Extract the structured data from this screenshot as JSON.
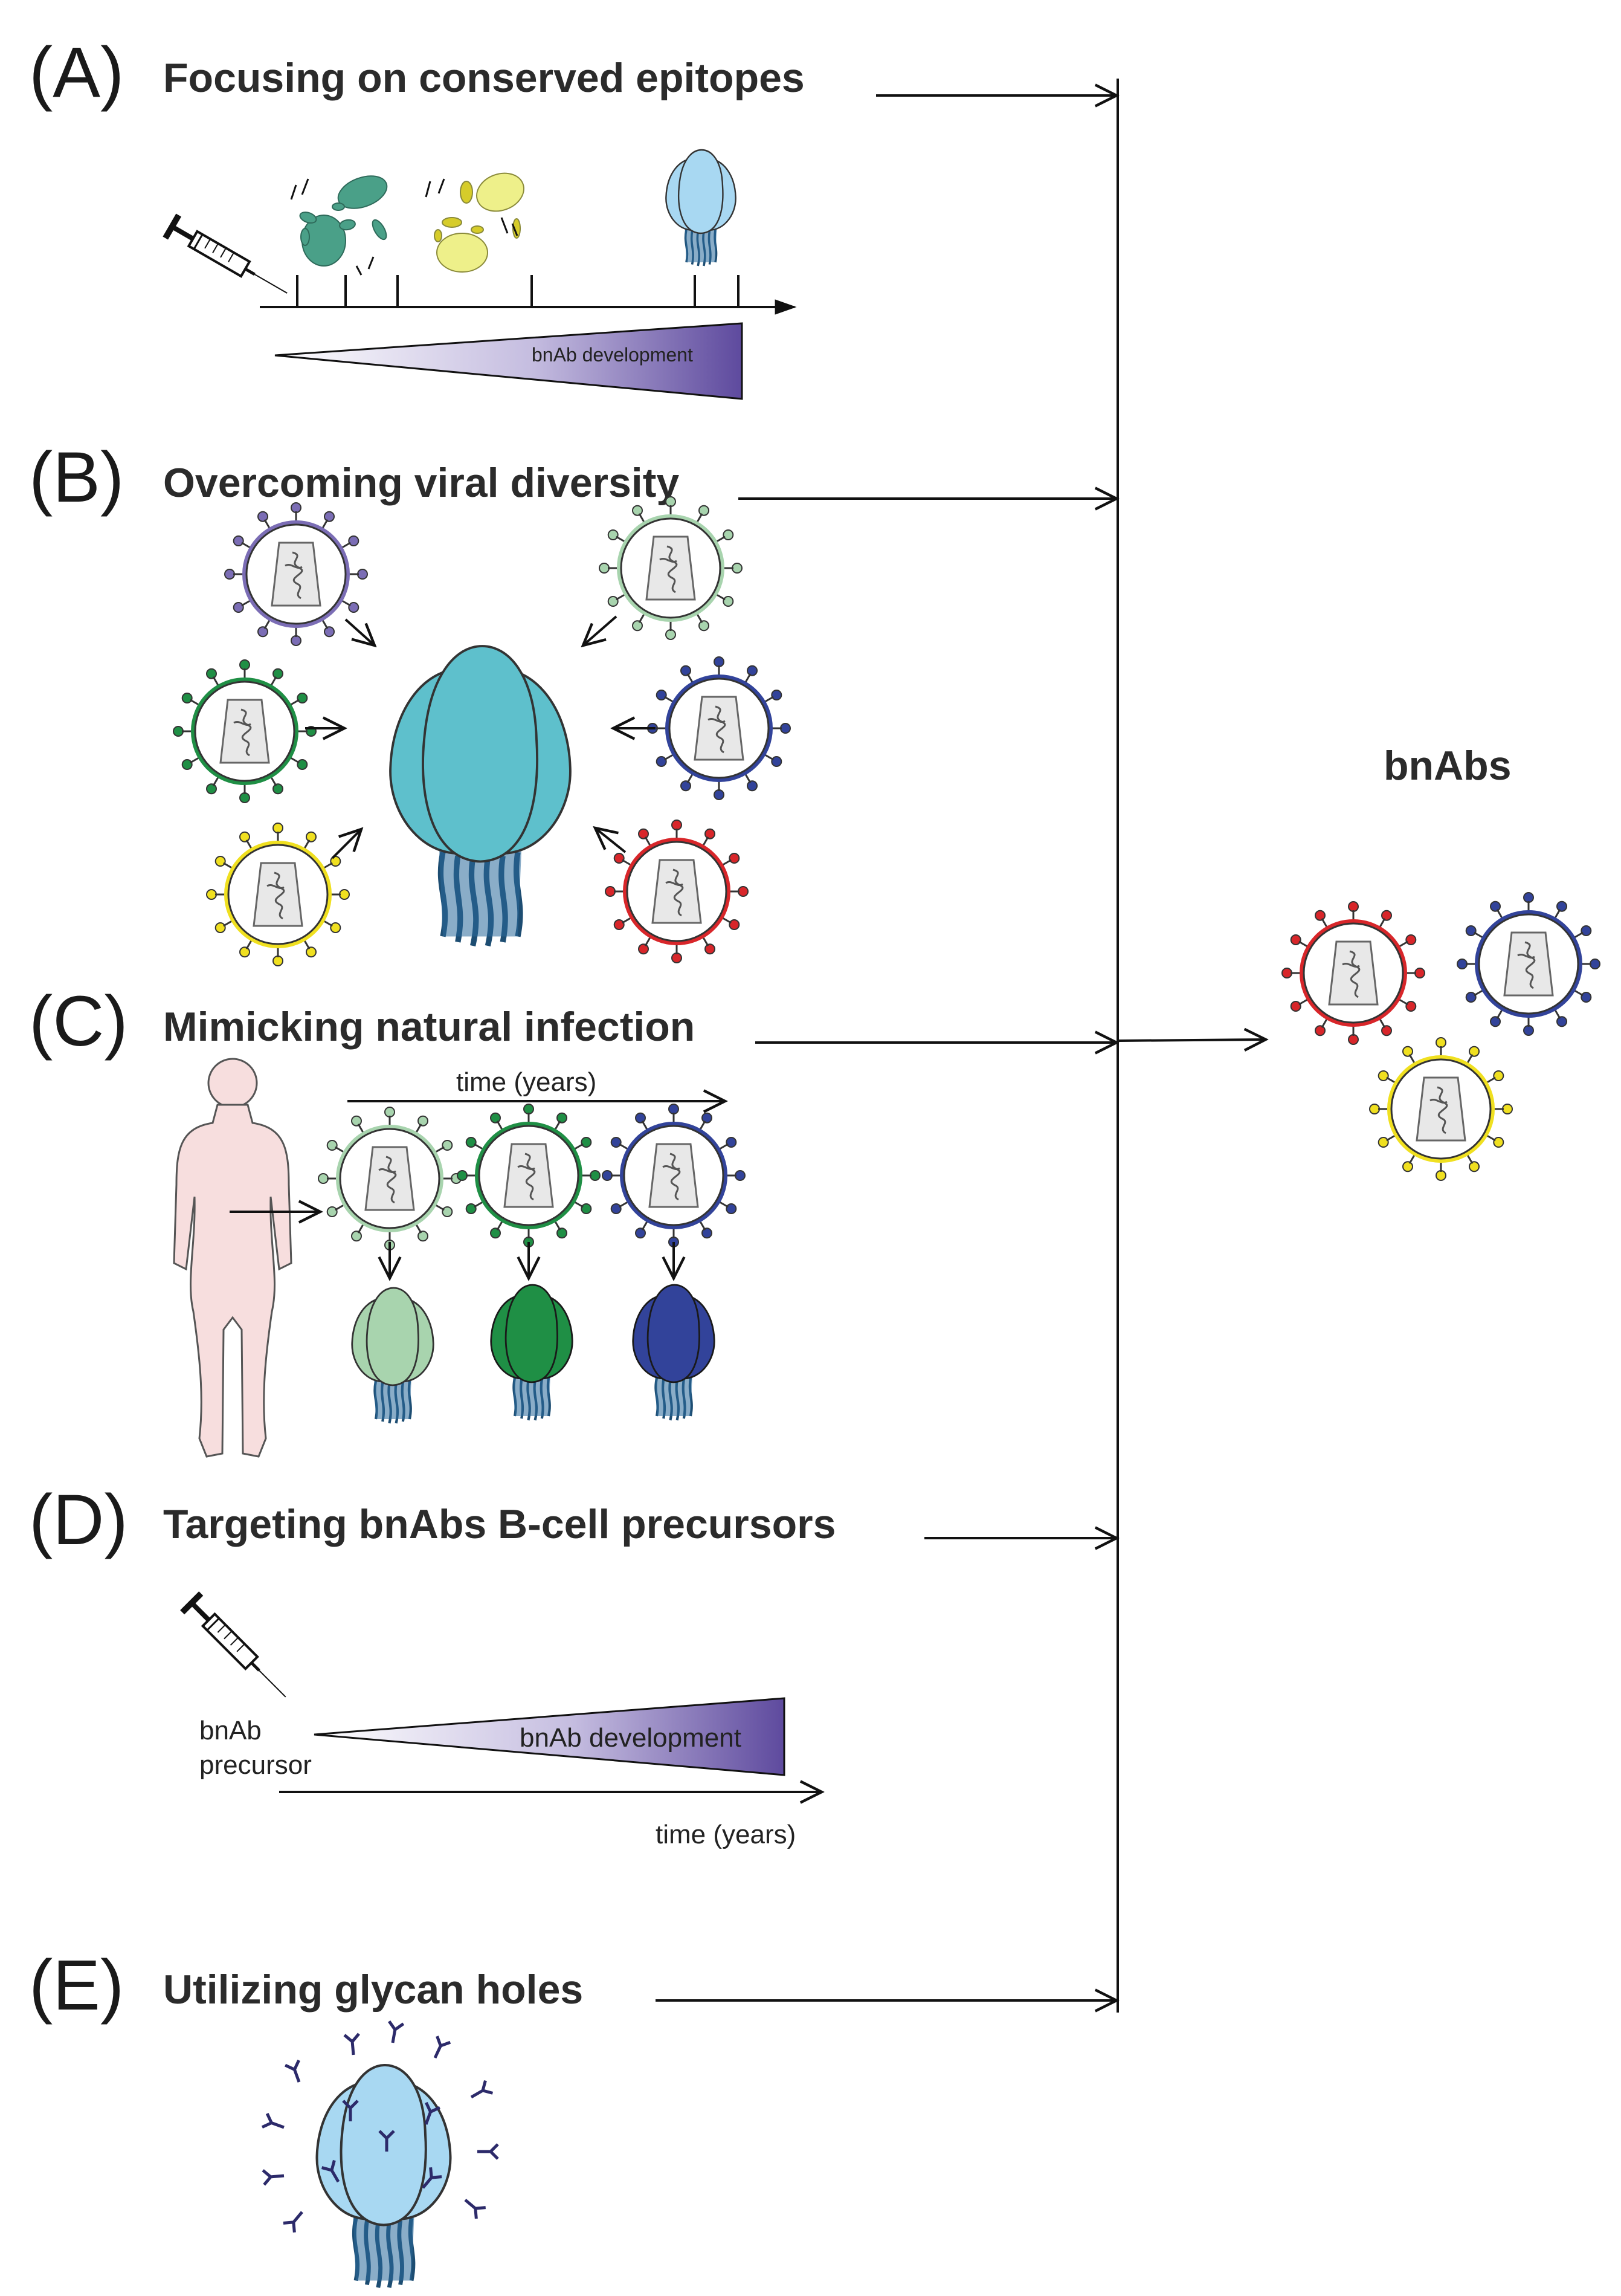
{
  "sections": {
    "a": {
      "letter": "(A)",
      "title": "Focusing on conserved epitopes",
      "gradient_label": "bnAb development"
    },
    "b": {
      "letter": "(B)",
      "title": "Overcoming viral diversity"
    },
    "c": {
      "letter": "(C)",
      "title": "Mimicking natural infection",
      "time_label": "time (years)"
    },
    "d": {
      "letter": "(D)",
      "title": "Targeting bnAbs B-cell precursors",
      "precursor_line1": "bnAb",
      "precursor_line2": "precursor",
      "gradient_label": "bnAb development",
      "time_label": "time (years)"
    },
    "e": {
      "letter": "(E)",
      "title": "Utilizing glycan holes"
    }
  },
  "outcome": {
    "label": "bnAbs"
  },
  "colors": {
    "purple": "#7b6db5",
    "light_green": "#a8d4ae",
    "green": "#1f8f45",
    "dark_blue": "#32439a",
    "yellow": "#f0e020",
    "red": "#d8262a",
    "teal": "#5ec0cc",
    "light_blue": "#a8d8f2",
    "stem_blue": "#2a6a9a",
    "gradient_end": "#5e4a9e"
  },
  "icons": [
    "syringe-icon",
    "virus-icon",
    "env-trimer-icon",
    "human-figure-icon",
    "glycan-icon"
  ]
}
